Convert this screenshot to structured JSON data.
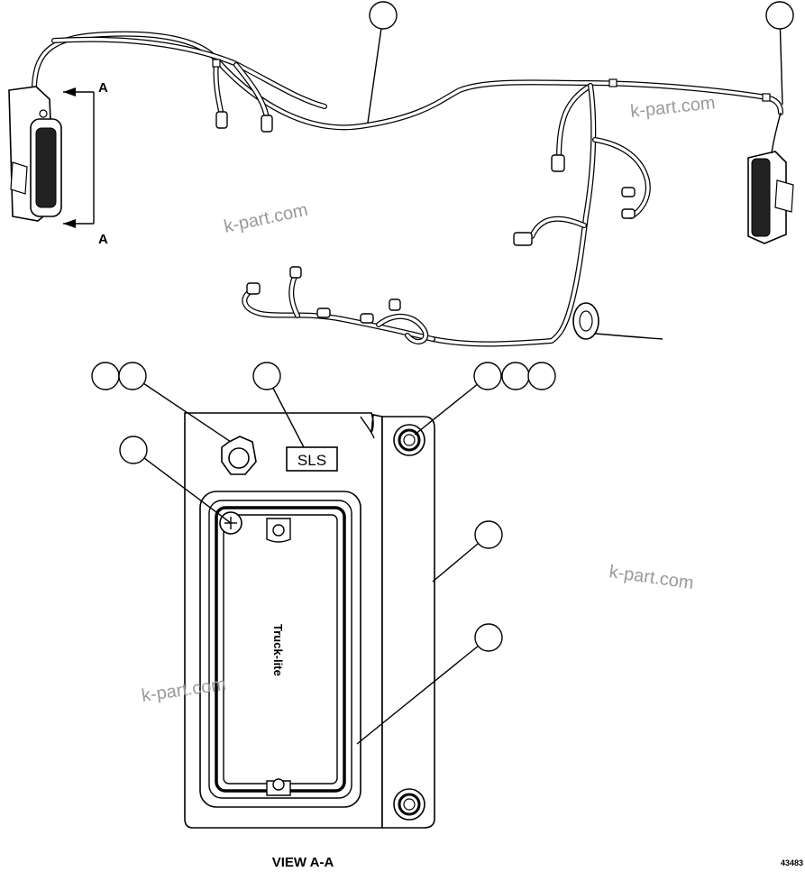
{
  "section_labels": {
    "top": "A",
    "bottom": "A"
  },
  "view_title": "VIEW A-A",
  "tag_text": "SLS",
  "brand_text": "Truck-lite",
  "part_code": "43483",
  "watermarks": [
    "k-part.com",
    "k-part.com",
    "k-part.com",
    "k-part.com"
  ],
  "callouts": [
    {
      "id": "callout-top-center",
      "text": ""
    },
    {
      "id": "callout-top-right",
      "text": ""
    },
    {
      "id": "callout-nut-a",
      "text": ""
    },
    {
      "id": "callout-nut-b",
      "text": ""
    },
    {
      "id": "callout-tag",
      "text": ""
    },
    {
      "id": "callout-grommet-a",
      "text": ""
    },
    {
      "id": "callout-grommet-b",
      "text": ""
    },
    {
      "id": "callout-grommet-c",
      "text": ""
    },
    {
      "id": "callout-screw",
      "text": ""
    },
    {
      "id": "callout-plate",
      "text": ""
    },
    {
      "id": "callout-lamp",
      "text": ""
    }
  ]
}
